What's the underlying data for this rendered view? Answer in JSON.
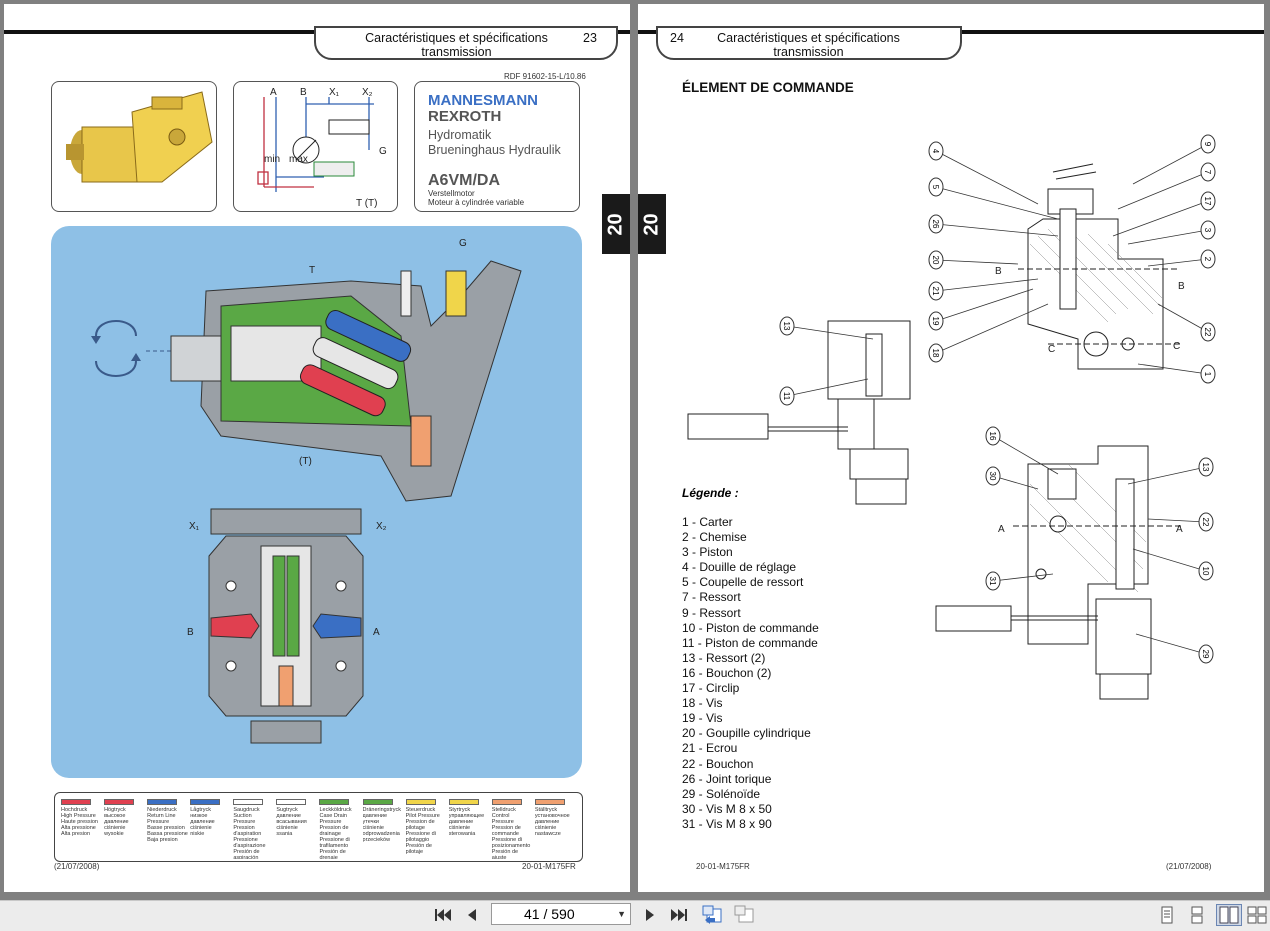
{
  "left_page": {
    "header_title": "Caractéristiques et spécifications",
    "header_subtitle": "transmission",
    "page_number": "23",
    "side_tab": "20",
    "ref_code": "RDF 91602-15-L/10.86",
    "brand_line1": "MANNESMANN",
    "brand_line2": "REXROTH",
    "brand_line3": "Hydromatik",
    "brand_line4": "Brueninghaus Hydraulik",
    "model": "A6VM/DA",
    "model_desc1": "Verstellmotor",
    "model_desc2": "Moteur à cylindrée variable",
    "schematic_labels": {
      "a": "A",
      "b": "B",
      "x1": "X₁",
      "x2": "X₂",
      "g": "G",
      "min": "min",
      "max": "max",
      "t": "T (T)"
    },
    "cutaway_labels": {
      "t": "T",
      "g": "G",
      "t2": "(T)",
      "x1": "X₁",
      "x2": "X₂",
      "b": "B",
      "a": "A"
    },
    "legend_cols": [
      {
        "title": "Hochdruck",
        "lines": "High Pressure\nHaute pression\nAlta pressione\nAlta presion",
        "color": "#e04050"
      },
      {
        "title": "Högtryck",
        "lines": "высокое\nдавление\nciśnienie\nwysokie",
        "color": "#e04050"
      },
      {
        "title": "Niederdruck",
        "lines": "Return Line\nPressure\nBasse pression\nBassa pressione\nBaja presion",
        "color": "#3a6fc4"
      },
      {
        "title": "Lågtryck",
        "lines": "низкое\nдавление\nciśnienie\nniskie",
        "color": "#3a6fc4"
      },
      {
        "title": "Saugdruck",
        "lines": "Suction Pressure\nPression\nd'aspiration\nPressione\nd'aspirazione\nPresión de\naspiración",
        "color": "#ffffff"
      },
      {
        "title": "Sugtryck",
        "lines": "давление\nвсасывания\nciśnienie\nssania",
        "color": "#ffffff"
      },
      {
        "title": "Leckköldruck",
        "lines": "Case Drain\nPressure\nPression de\ndrainage\nPressione di\ntrafilamento\nPresión de\ndrenaje",
        "color": "#5aa845"
      },
      {
        "title": "Dräneringstryck",
        "lines": "давление\nутечки\nciśnienie\nodprowadzenia\nprzecieków",
        "color": "#5aa845"
      },
      {
        "title": "Steuerdruck",
        "lines": "Pilot Pressure\nPression de\npilotage\nPressione di\npilotaggio\nPresión de\npilotaje",
        "color": "#f0d54a"
      },
      {
        "title": "Styrtryck",
        "lines": "управляющее\nдавление\nciśnienie\nsterowania",
        "color": "#f0d54a"
      },
      {
        "title": "Stelldruck",
        "lines": "Control Pressure\nPression de\ncommande\nPressione di\nposizionamento\nPresión de\najuste",
        "color": "#f0a070"
      },
      {
        "title": "Ställtryck",
        "lines": "установочное\nдавление\nciśnienie\nnastawcze",
        "color": "#f0a070"
      }
    ],
    "footer_date": "(21/07/2008)",
    "footer_code": "20-01-M175FR"
  },
  "right_page": {
    "header_title": "Caractéristiques et spécifications",
    "header_subtitle": "transmission",
    "page_number": "24",
    "side_tab": "20",
    "section_title": "ÉLEMENT DE COMMANDE",
    "legend_title": "Légende :",
    "legend_items": [
      "1 - Carter",
      "2 - Chemise",
      "3 - Piston",
      "4 - Douille de réglage",
      "5 - Coupelle de ressort",
      "7 - Ressort",
      "9 - Ressort",
      "10 - Piston de commande",
      "11 - Piston de commande",
      "13 - Ressort (2)",
      "16 - Bouchon (2)",
      "17 - Circlip",
      "18 - Vis",
      "19 - Vis",
      "20 - Goupille cylindrique",
      "21 - Ecrou",
      "22 - Bouchon",
      "26 - Joint torique",
      "29 - Solénoïde",
      "30 - Vis M 8 x 50",
      "31 - Vis M 8 x 90"
    ],
    "callouts_top": [
      "9",
      "7",
      "17",
      "3",
      "2",
      "22",
      "1",
      "4",
      "5",
      "26",
      "20",
      "21",
      "19",
      "18"
    ],
    "callouts_mid": [
      "13",
      "11"
    ],
    "callouts_bottom": [
      "16",
      "30",
      "31",
      "13",
      "22",
      "10",
      "29"
    ],
    "section_marks": {
      "b": "B",
      "c": "C",
      "a": "A"
    },
    "footer_code": "20-01-M175FR",
    "footer_date": "(21/07/2008)"
  },
  "toolbar": {
    "page_current": "41 / 590",
    "first_label": "⏮",
    "prev_label": "◀",
    "next_label": "▶",
    "last_label": "⏭"
  }
}
